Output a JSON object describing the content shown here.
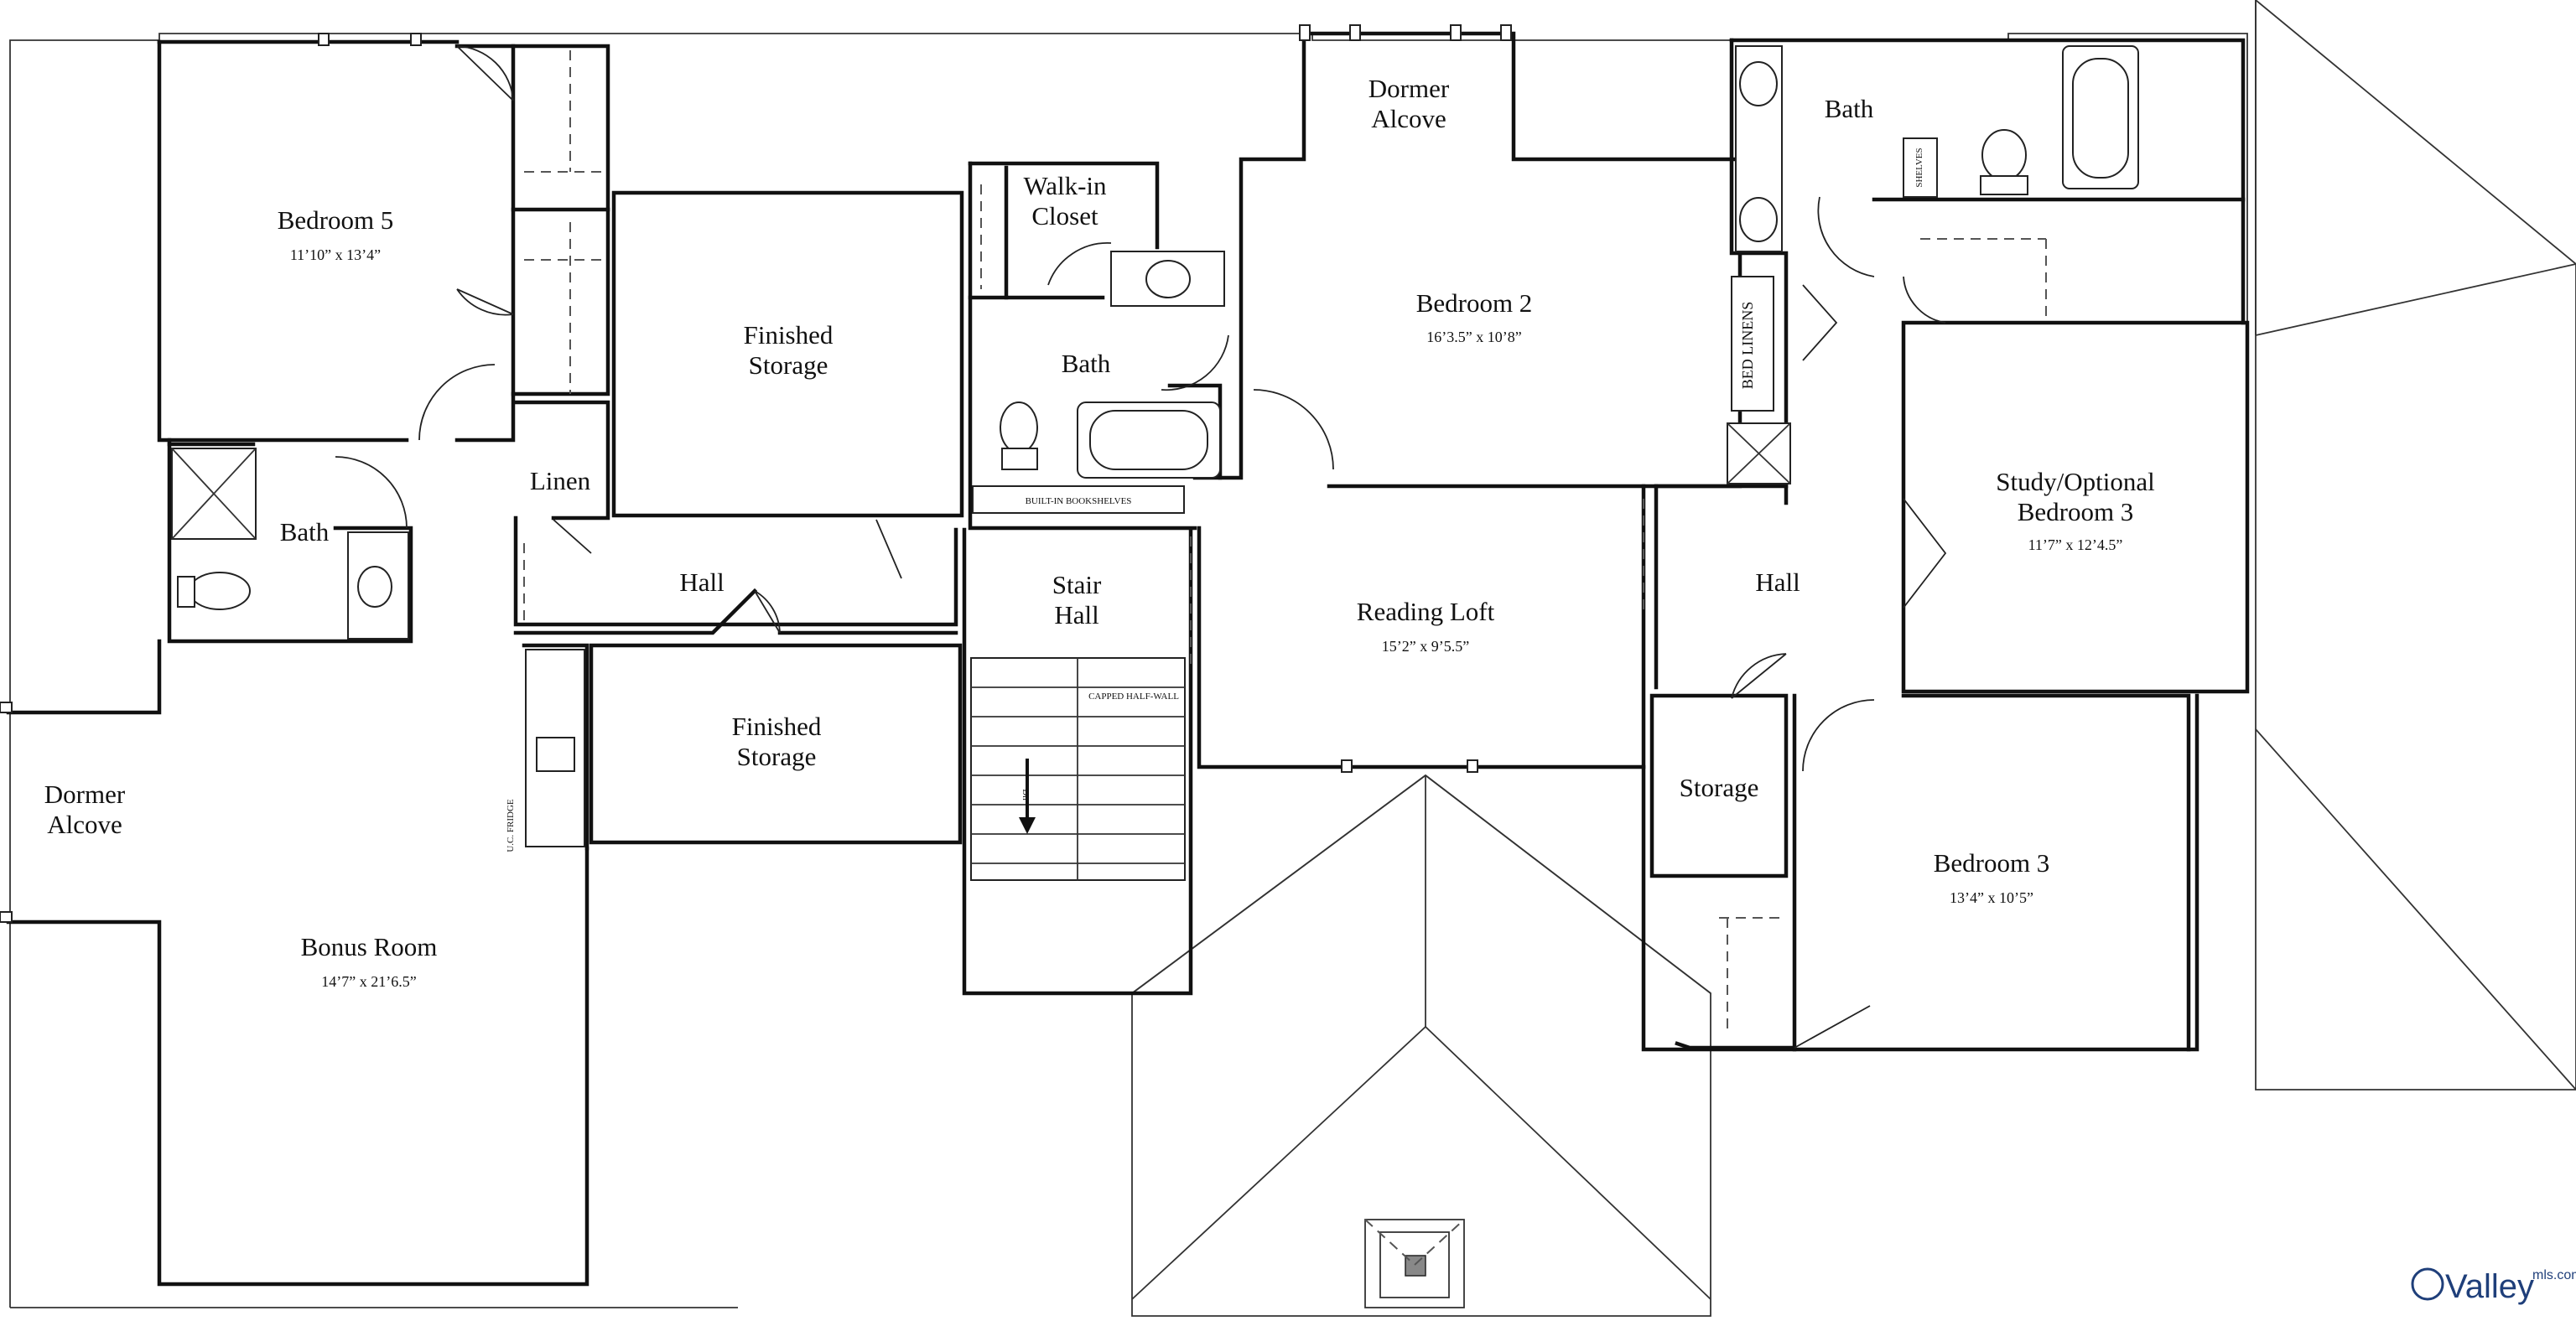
{
  "rooms": {
    "bedroom5": {
      "name": "Bedroom 5",
      "dims": "11’10” x 13’4”"
    },
    "finished_storage_upper": {
      "line1": "Finished",
      "line2": "Storage"
    },
    "walkin_closet": {
      "line1": "Walk-in",
      "line2": "Closet"
    },
    "dormer_alcove_top": {
      "line1": "Dormer",
      "line2": "Alcove"
    },
    "bedroom2": {
      "name": "Bedroom 2",
      "dims": "16’3.5” x 10’8”"
    },
    "bath_top_right": {
      "name": "Bath"
    },
    "bath_center": {
      "name": "Bath"
    },
    "linen": {
      "name": "Linen"
    },
    "bath_left": {
      "name": "Bath"
    },
    "hall_left": {
      "name": "Hall"
    },
    "stair_hall": {
      "line1": "Stair",
      "line2": "Hall"
    },
    "reading_loft": {
      "name": "Reading Loft",
      "dims": "15’2” x 9’5.5”"
    },
    "hall_right": {
      "name": "Hall"
    },
    "study": {
      "line1": "Study/Optional",
      "line2": "Bedroom 3",
      "dims": "11’7” x 12’4.5”"
    },
    "finished_storage_lower": {
      "line1": "Finished",
      "line2": "Storage"
    },
    "dormer_alcove_left": {
      "line1": "Dormer",
      "line2": "Alcove"
    },
    "bonus_room": {
      "name": "Bonus Room",
      "dims": "14’7” x 21’6.5”"
    },
    "storage": {
      "name": "Storage"
    },
    "bedroom3": {
      "name": "Bedroom 3",
      "dims": "13’4” x 10’5”"
    }
  },
  "annotations": {
    "built_in_bookshelves": "BUILT-IN BOOKSHELVES",
    "capped_half_wall": "CAPPED HALF-WALL",
    "dn": "Dn",
    "uc_fridge": "U.C. FRIDGE",
    "bed_linens": "BED LINENS",
    "shelves": "SHELVES"
  },
  "watermark": {
    "brand": "Valley",
    "suffix": "mls.com"
  }
}
